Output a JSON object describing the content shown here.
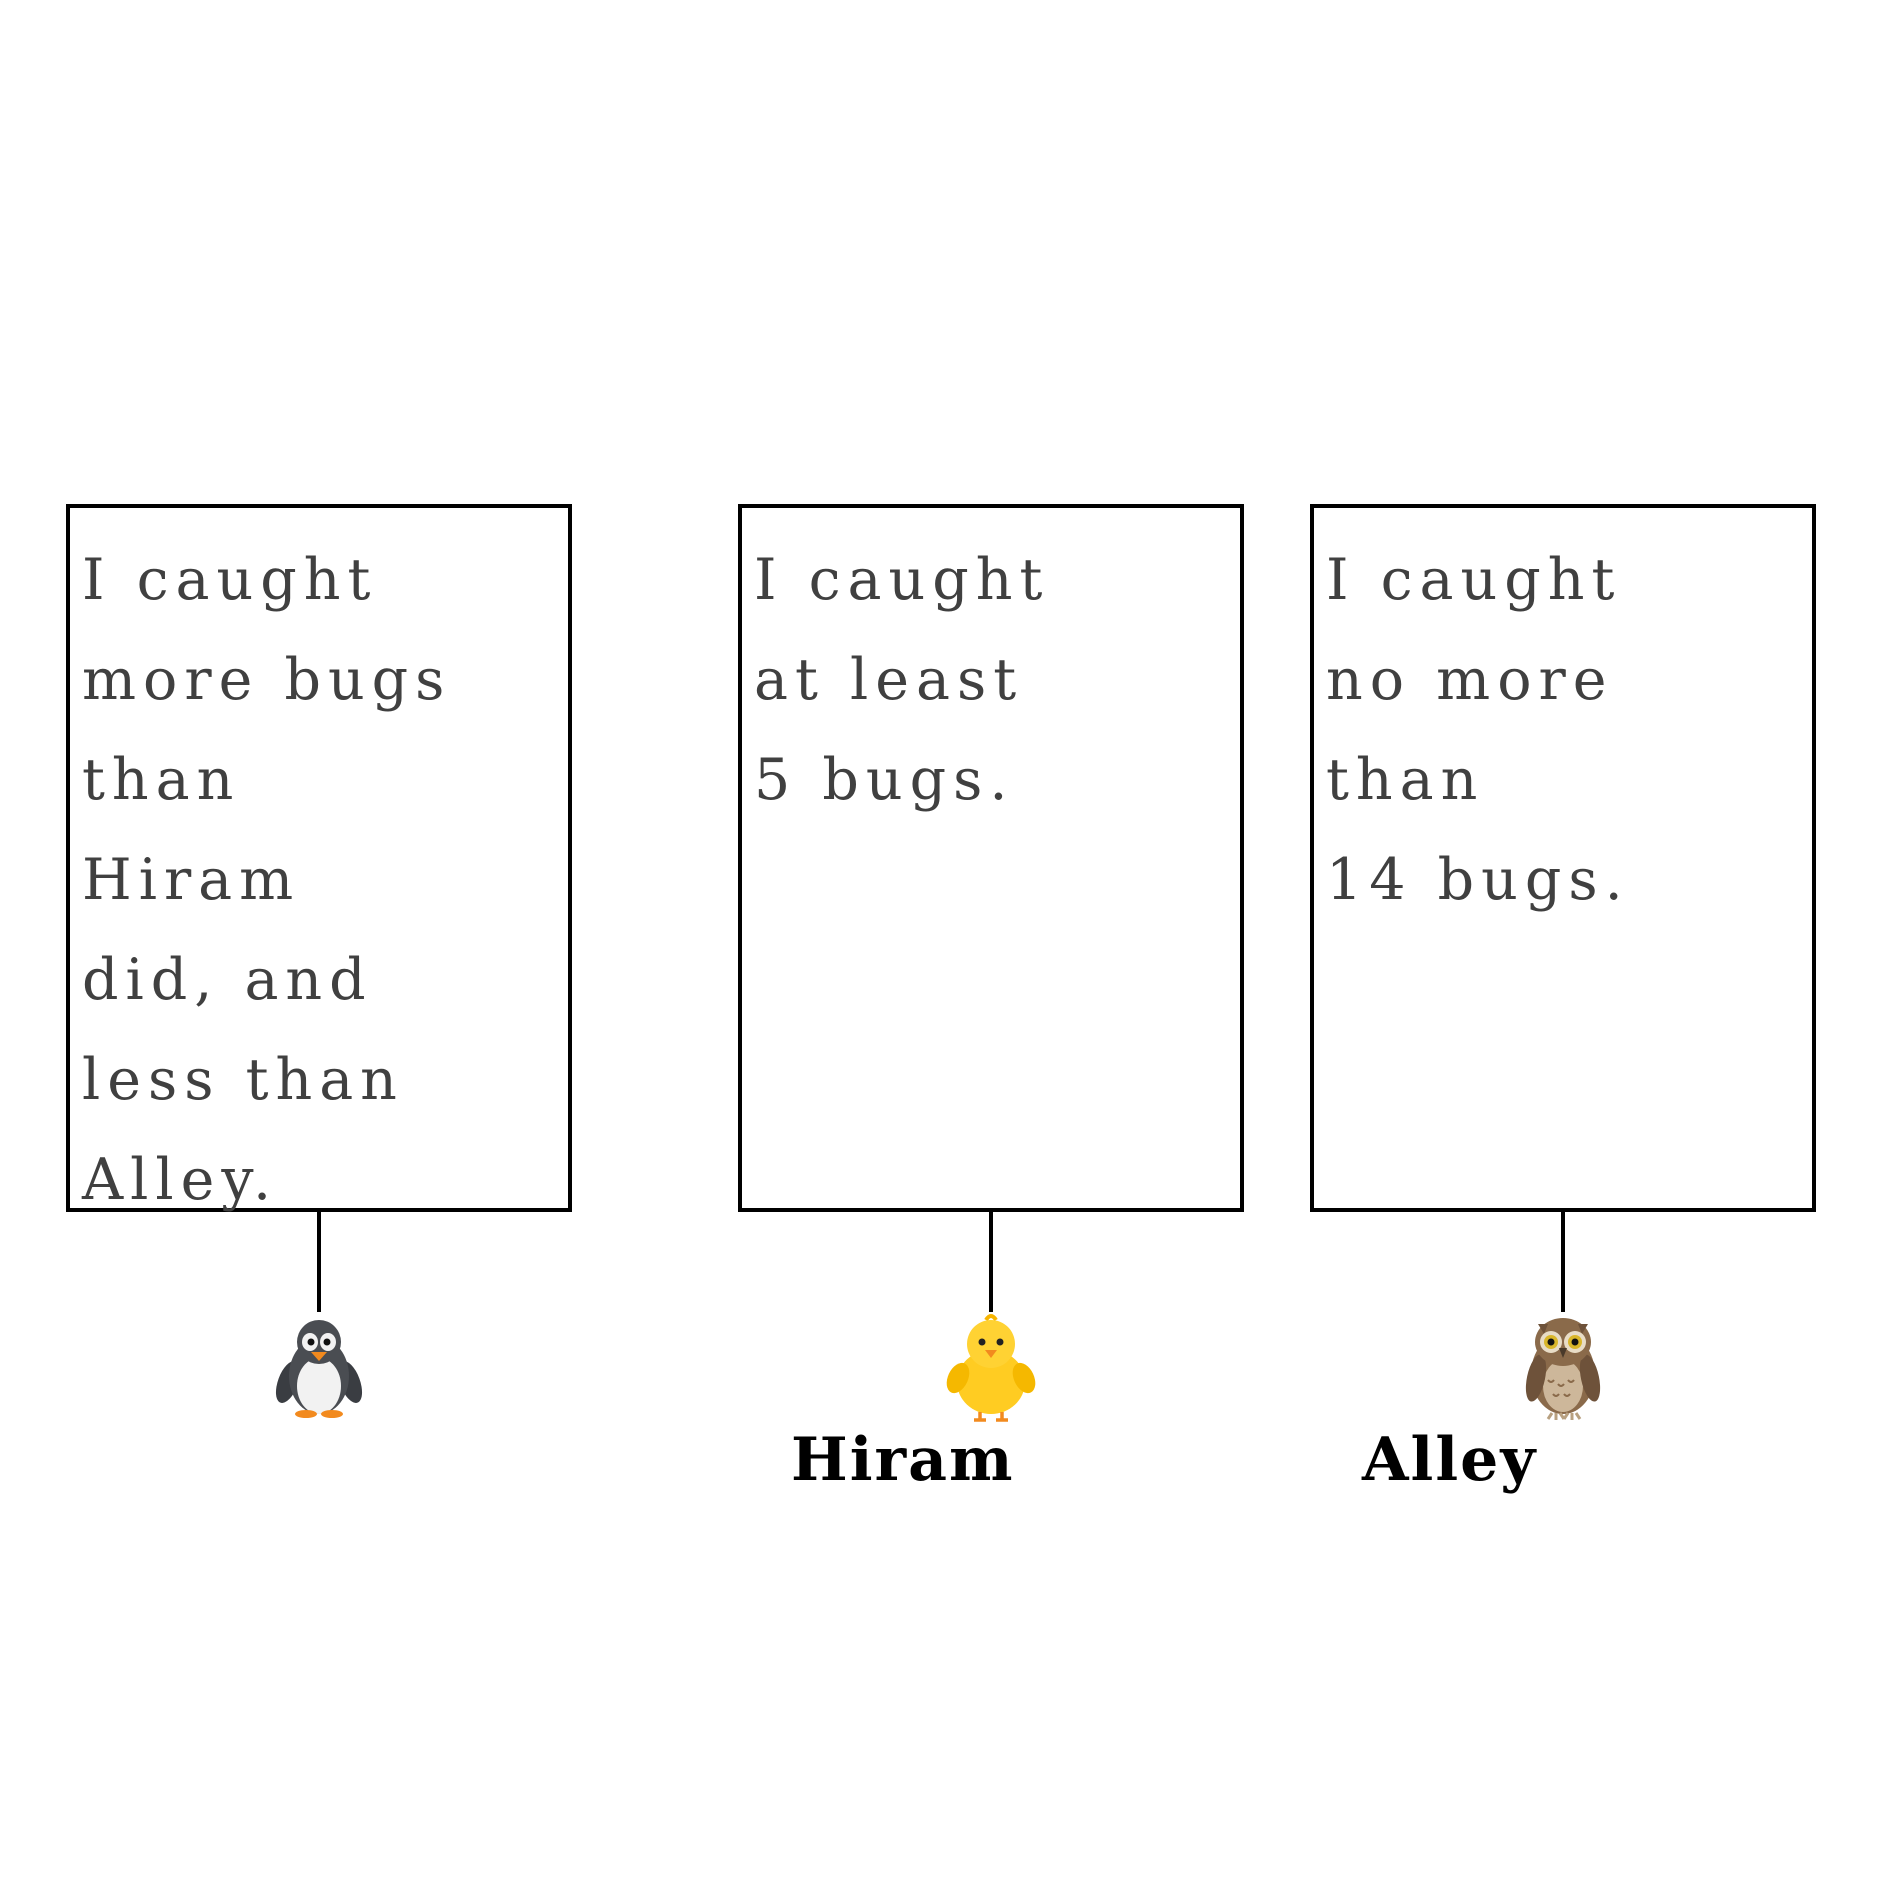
{
  "characters": [
    {
      "animal_icon": "penguin-icon",
      "name": "",
      "speech_lines": [
        "I caught",
        "more bugs",
        "than",
        "Hiram",
        "did, and",
        "less than",
        "Alley."
      ]
    },
    {
      "animal_icon": "chick-icon",
      "name": "Hiram",
      "speech_lines": [
        "I caught",
        "at least",
        "5 bugs."
      ]
    },
    {
      "animal_icon": "owl-icon",
      "name": "Alley",
      "speech_lines": [
        "I caught",
        "no more",
        "than",
        "14 bugs."
      ]
    }
  ],
  "colors": {
    "border": "#000000",
    "speech_text": "#404040",
    "name_text": "#000000",
    "background": "#ffffff"
  }
}
